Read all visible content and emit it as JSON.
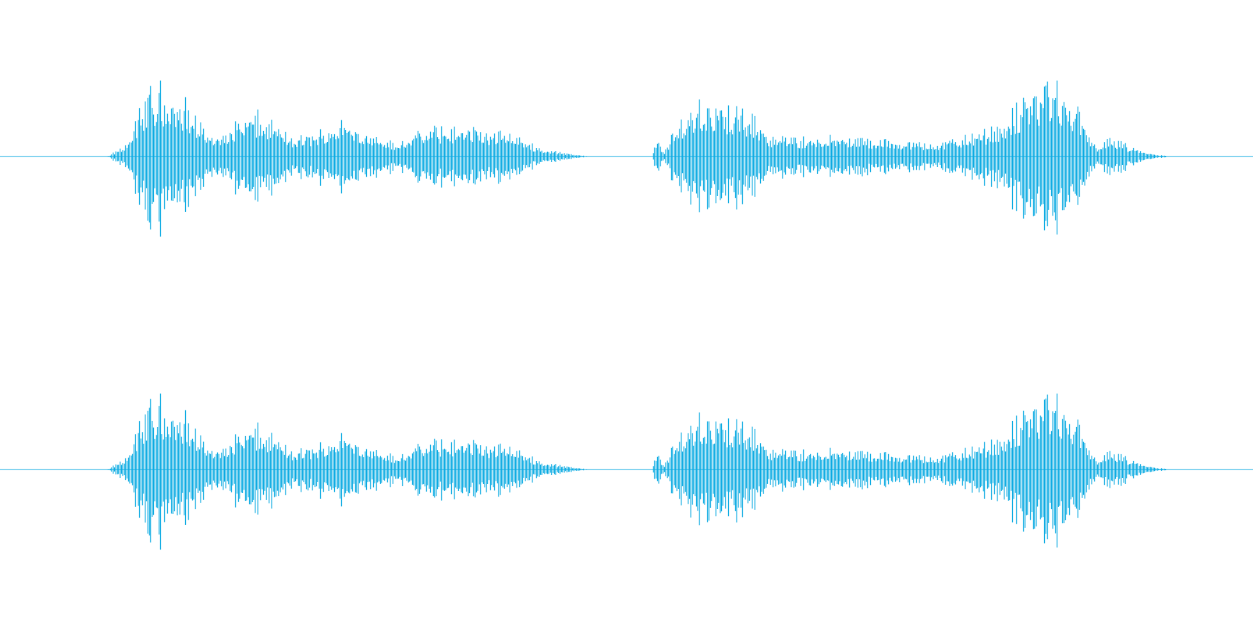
{
  "chart_data": {
    "type": "waveform",
    "channels": 2,
    "color": "#0aaae2",
    "axes_visible": false,
    "grid": false,
    "title": "",
    "xlabel": "",
    "ylabel": "",
    "channel_labels": [
      "",
      ""
    ],
    "x_range": [
      0,
      1
    ],
    "amplitude_range": [
      -1,
      1
    ],
    "peak_amplitude": 0.5,
    "envelope": {
      "x": [
        0,
        0.085,
        0.095,
        0.105,
        0.115,
        0.125,
        0.135,
        0.15,
        0.165,
        0.175,
        0.18,
        0.19,
        0.205,
        0.22,
        0.235,
        0.245,
        0.26,
        0.275,
        0.285,
        0.3,
        0.315,
        0.33,
        0.345,
        0.365,
        0.38,
        0.395,
        0.41,
        0.42,
        0.43,
        0.45,
        0.47,
        0.485,
        0.5,
        0.51,
        0.52,
        0.525,
        0.53,
        0.535,
        0.545,
        0.555,
        0.565,
        0.575,
        0.585,
        0.6,
        0.615,
        0.63,
        0.65,
        0.675,
        0.7,
        0.725,
        0.75,
        0.77,
        0.79,
        0.805,
        0.815,
        0.825,
        0.835,
        0.845,
        0.855,
        0.865,
        0.875,
        0.885,
        0.895,
        0.905,
        0.915,
        0.925,
        0.935,
        0.945,
        1
      ],
      "amplitude": [
        0,
        0,
        0.1,
        0.3,
        0.82,
        0.98,
        0.9,
        0.72,
        0.3,
        0.3,
        0.28,
        0.5,
        0.6,
        0.42,
        0.26,
        0.28,
        0.42,
        0.48,
        0.44,
        0.3,
        0.17,
        0.3,
        0.39,
        0.42,
        0.38,
        0.33,
        0.31,
        0.2,
        0.12,
        0.05,
        0,
        0,
        0,
        0,
        0,
        0.26,
        0.05,
        0.28,
        0.58,
        0.74,
        0.76,
        0.72,
        0.68,
        0.54,
        0.3,
        0.24,
        0.27,
        0.27,
        0.24,
        0.2,
        0.2,
        0.28,
        0.4,
        0.55,
        0.76,
        0.93,
        1.0,
        0.96,
        0.8,
        0.48,
        0.1,
        0.25,
        0.2,
        0.1,
        0.05,
        0.02,
        0,
        0,
        0
      ]
    }
  }
}
